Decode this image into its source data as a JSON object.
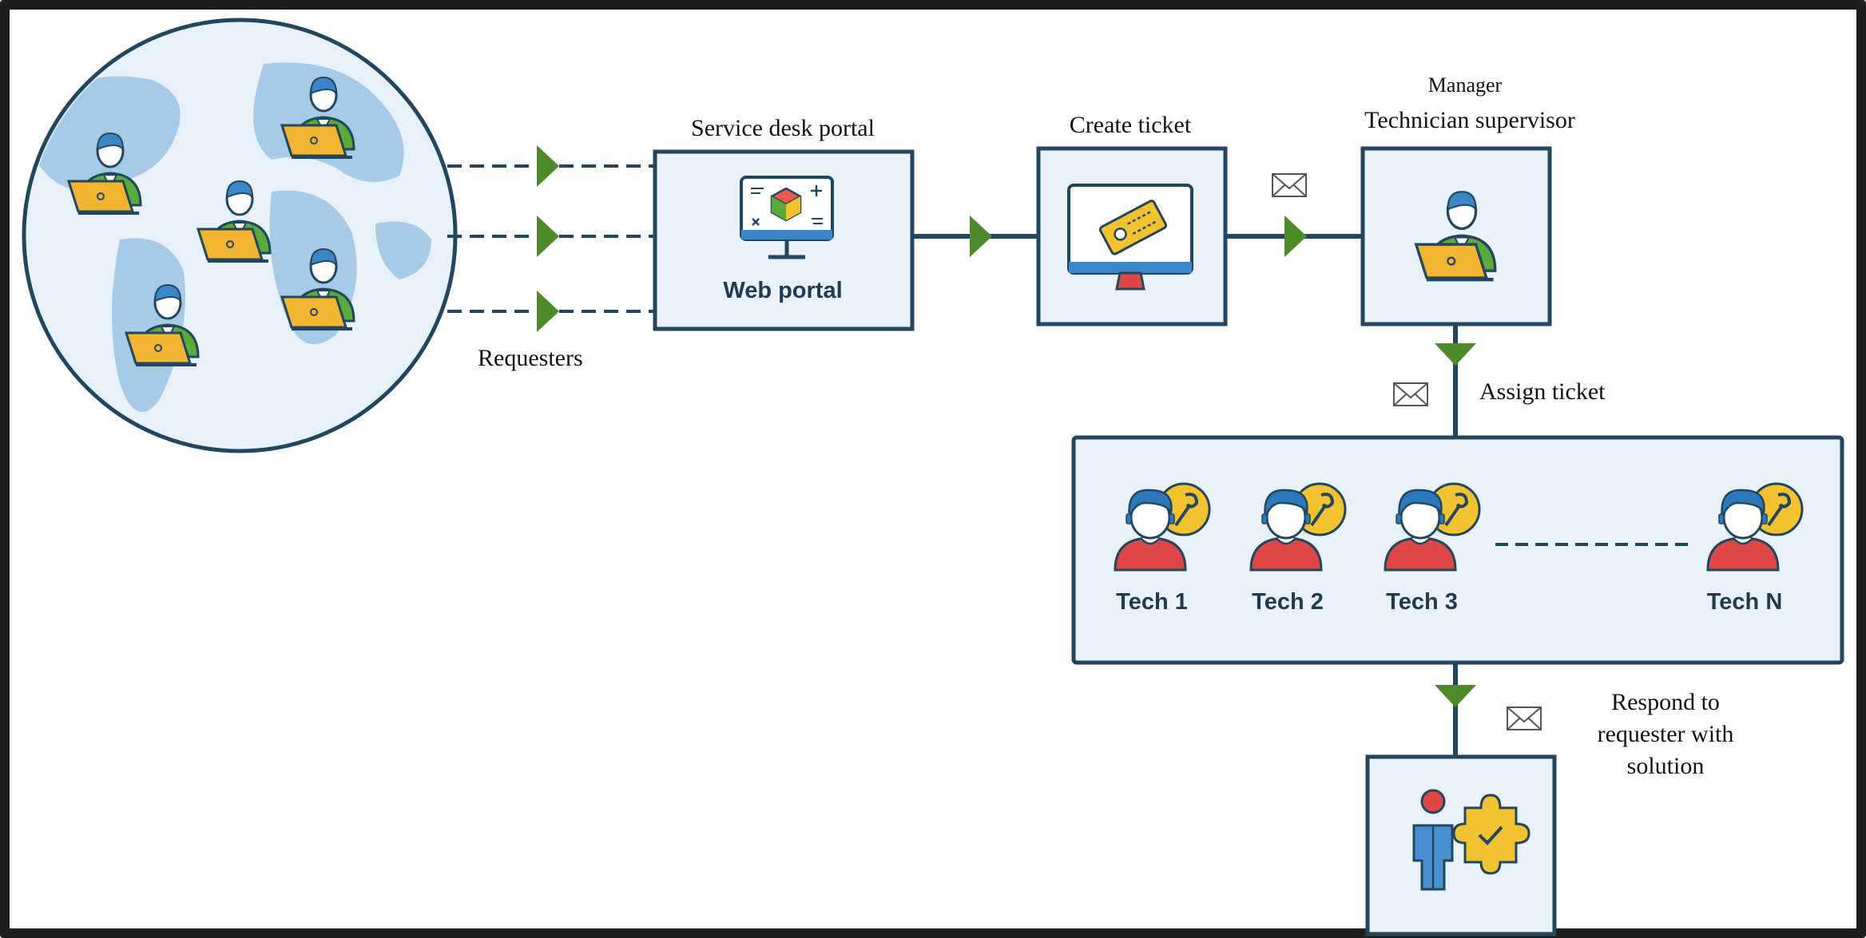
{
  "diagram": {
    "requesters_label": "Requesters",
    "portal": {
      "title": "Service desk portal",
      "caption": "Web portal"
    },
    "create_ticket": {
      "title": "Create ticket"
    },
    "supervisor": {
      "title_line1": "Manager",
      "title_line2": "Technician supervisor"
    },
    "assign_label": "Assign ticket",
    "technicians": [
      "Tech 1",
      "Tech 2",
      "Tech 3",
      "Tech N"
    ],
    "respond_label": "Respond to requester with solution"
  },
  "colors": {
    "line": "#21465e",
    "arrow": "#4c8a2a",
    "box_fill": "#e9f2f9",
    "box_stroke": "#21465e",
    "ocean": "#e6f1fa",
    "land": "#a7cbe6",
    "person_green": "#5aab3c",
    "laptop": "#f2b532",
    "tech_red": "#e04848",
    "tech_hair": "#2d78b8",
    "badge": "#f2c230"
  }
}
